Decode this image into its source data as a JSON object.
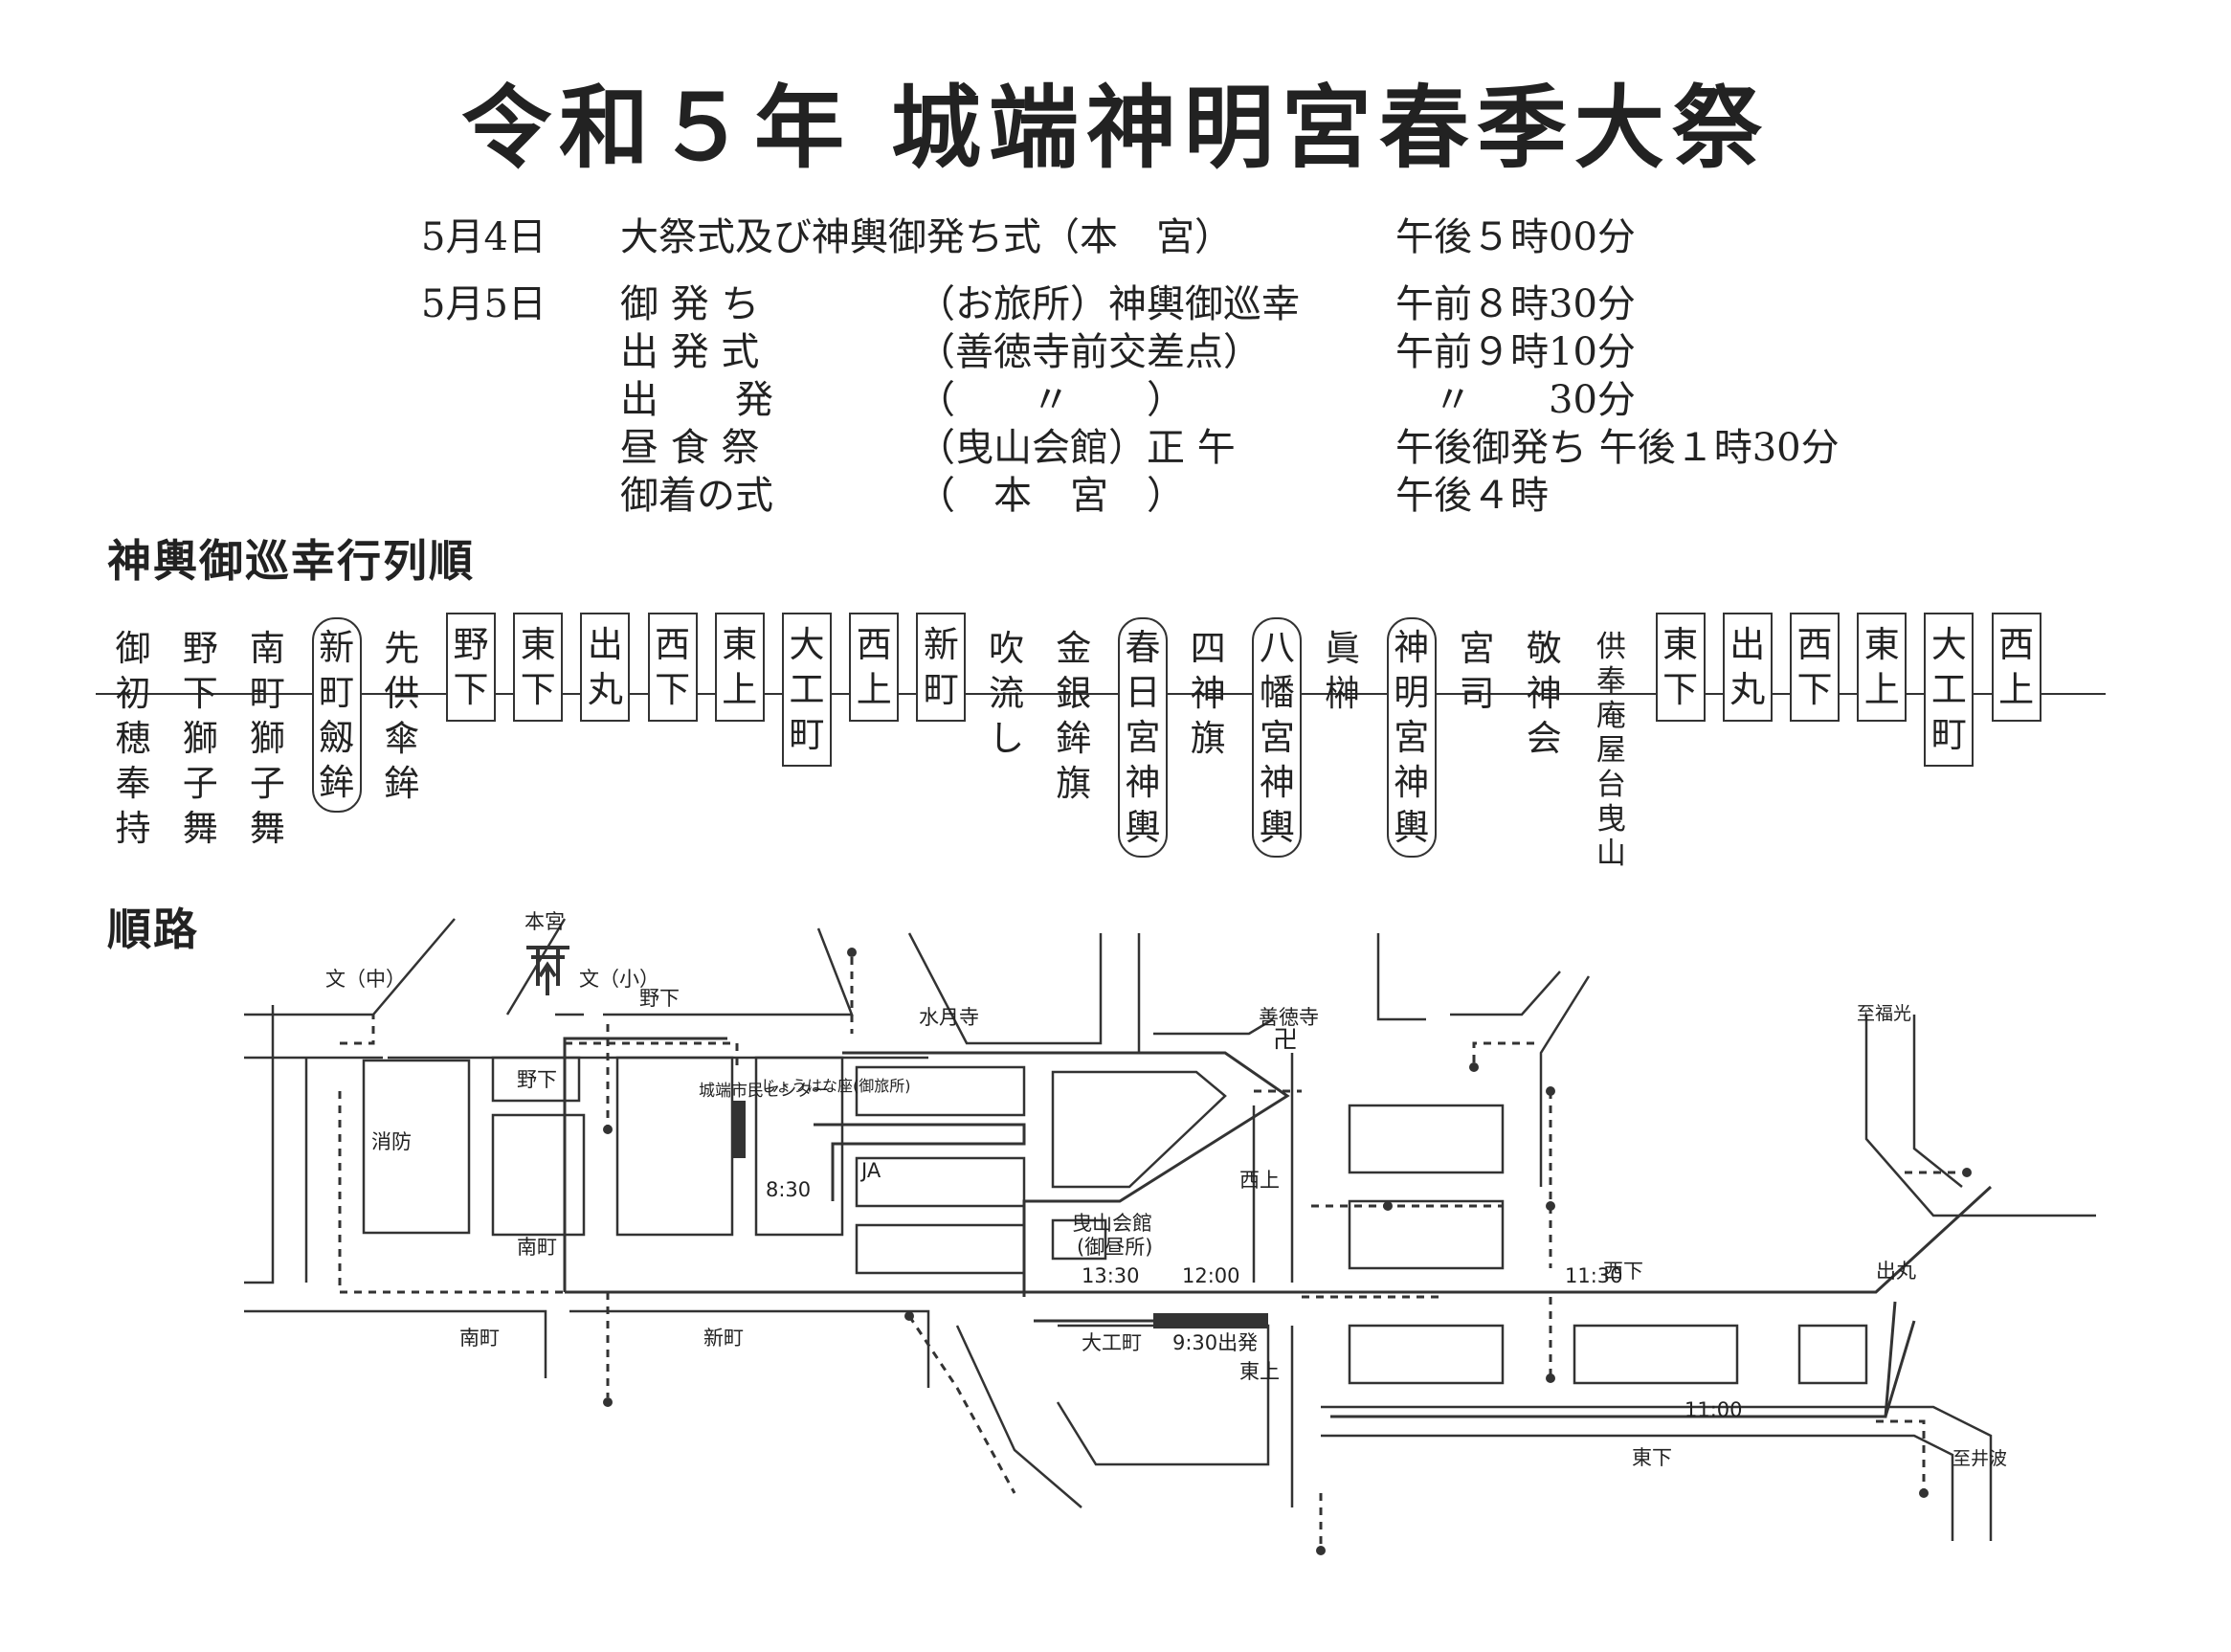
{
  "title": "令和５年 城端神明宮春季大祭",
  "schedule": [
    {
      "date": "5月4日",
      "event": "大祭式及び神輿御発ち式（本　宮）",
      "place": "",
      "time": "午後５時00分"
    },
    {
      "date": "5月5日",
      "event": "御 発 ち",
      "place": "（お旅所）神輿御巡幸",
      "time": "午前８時30分"
    },
    {
      "date": "",
      "event": "出 発 式",
      "place": "（善徳寺前交差点）",
      "time": "午前９時10分"
    },
    {
      "date": "",
      "event": "出　　発",
      "place": "（　　〃　　）",
      "time": "　〃　　30分"
    },
    {
      "date": "",
      "event": "昼 食 祭",
      "place": "（曳山会館）正 午",
      "time": "午後御発ち 午後１時30分"
    },
    {
      "date": "",
      "event": "御着の式",
      "place": "（　本　宮　）",
      "time": "午後４時"
    }
  ],
  "procession": {
    "heading": "神輿御巡幸行列順",
    "items": [
      {
        "text": "御初穂奉持",
        "frame": "none"
      },
      {
        "text": "野下獅子舞",
        "frame": "none"
      },
      {
        "text": "南町獅子舞",
        "frame": "none"
      },
      {
        "text": "新町劔鉾",
        "frame": "oval"
      },
      {
        "text": "先供傘鉾",
        "frame": "none"
      },
      {
        "text": "野下",
        "frame": "box"
      },
      {
        "text": "東下",
        "frame": "box"
      },
      {
        "text": "出丸",
        "frame": "box"
      },
      {
        "text": "西下",
        "frame": "box"
      },
      {
        "text": "東上",
        "frame": "box"
      },
      {
        "text": "大工町",
        "frame": "box"
      },
      {
        "text": "西上",
        "frame": "box"
      },
      {
        "text": "新町",
        "frame": "box"
      },
      {
        "text": "吹流し",
        "frame": "none"
      },
      {
        "text": "金銀鉾旗",
        "frame": "none"
      },
      {
        "text": "春日宮神輿",
        "frame": "oval"
      },
      {
        "text": "四神旗",
        "frame": "none"
      },
      {
        "text": "八幡宮神輿",
        "frame": "oval"
      },
      {
        "text": "眞榊",
        "frame": "none"
      },
      {
        "text": "神明宮神輿",
        "frame": "oval"
      },
      {
        "text": "宮司",
        "frame": "none"
      },
      {
        "text": "敬神会",
        "frame": "none"
      },
      {
        "text": "供奉庵屋台曳山",
        "frame": "small"
      },
      {
        "text": "東下",
        "frame": "box"
      },
      {
        "text": "出丸",
        "frame": "box"
      },
      {
        "text": "西下",
        "frame": "box"
      },
      {
        "text": "東上",
        "frame": "box"
      },
      {
        "text": "大工町",
        "frame": "box"
      },
      {
        "text": "西上",
        "frame": "box"
      }
    ]
  },
  "route": {
    "heading": "順路",
    "labels": {
      "honmiya": "本宮",
      "bun_chu": "文（中）",
      "bun_sho": "文（小）",
      "noshita_top": "野下",
      "mizukiji": "水月寺",
      "zentokuji": "善徳寺",
      "shibo": "消防",
      "noshita_block": "野下",
      "minamimachi_block": "南町",
      "minamimachi_road": "南町",
      "shinmachi_road": "新町",
      "shimin_center": "城端市民センター",
      "otabisho": "じょうはな座(御旅所)",
      "ja": "JA",
      "hikiyama_kaikan": "曳山会館",
      "gochusho": "(御昼所)",
      "nishikami": "西上",
      "nishishita": "西下",
      "daikumachi": "大工町",
      "higashikami": "東上",
      "higashishita": "東下",
      "demaru": "出丸",
      "fukumitsu": "至福光",
      "inami": "至井波"
    },
    "times": {
      "otabisho_depart": "8:30",
      "depart_930": "9:30出発",
      "t1100": "11:00",
      "t1130": "11:30",
      "t1200": "12:00",
      "t1330": "13:30"
    }
  }
}
